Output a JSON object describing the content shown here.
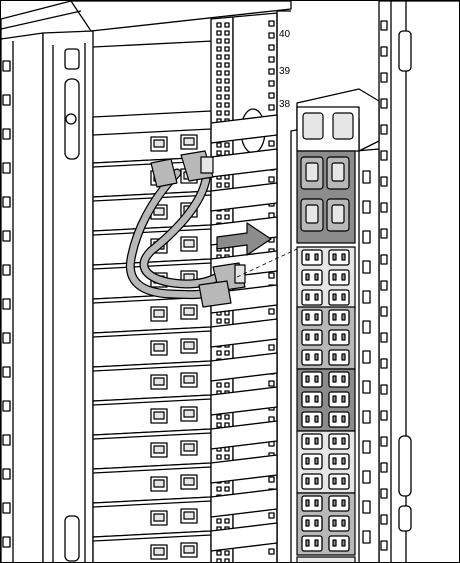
{
  "rail_numbers": [
    "40",
    "39",
    "38"
  ],
  "colors": {
    "outline": "#000000",
    "background": "#ffffff",
    "shade_light": "#e6e6e6",
    "shade_mid": "#b8b8b8",
    "shade_dark": "#8c8c8c"
  },
  "icons": {
    "arrow": "right-arrow-icon",
    "cable": "power-cable-icon"
  }
}
